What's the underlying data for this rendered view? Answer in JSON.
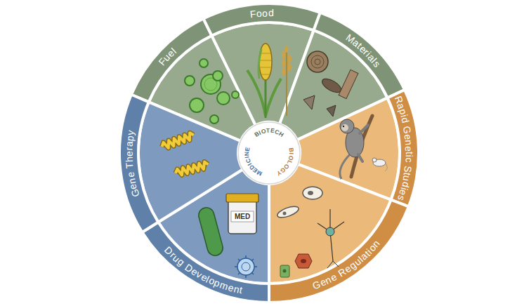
{
  "diagram": {
    "nodes": [
      {
        "text": [
          "Fuel"
        ]
      },
      {
        "text": [
          "Food"
        ]
      },
      {
        "text": [
          "Materials"
        ]
      },
      {
        "text": [
          "Rapid Genetic Studies"
        ]
      },
      {
        "text": [
          "Gene Regulation"
        ]
      },
      {
        "text": [
          "Drug Development"
        ]
      },
      {
        "text": [
          "Gene Therapy"
        ]
      }
    ],
    "labels": [
      "BIOTECH",
      "BIOLOGY",
      "MEDICINE",
      "MED"
    ]
  }
}
